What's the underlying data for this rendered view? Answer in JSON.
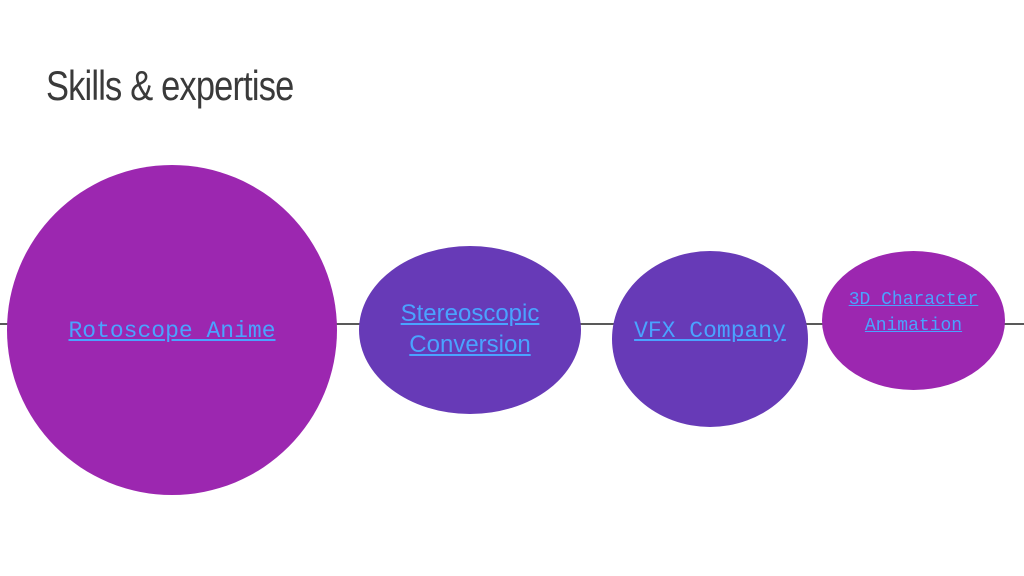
{
  "slide": {
    "title": "Skills & expertise",
    "colors": {
      "primary_purple": "#9c27b0",
      "deep_purple": "#673ab7",
      "link": "#4aa3ff",
      "timeline": "#595959",
      "title_text": "#3a3a3a"
    },
    "skills": [
      {
        "label": "Rotoscope Anime"
      },
      {
        "label_line1": "Stereoscopic",
        "label_line2": "Conversion"
      },
      {
        "label": "VFX Company"
      },
      {
        "label_line1": "3D Character",
        "label_line2": "Animation"
      }
    ]
  }
}
